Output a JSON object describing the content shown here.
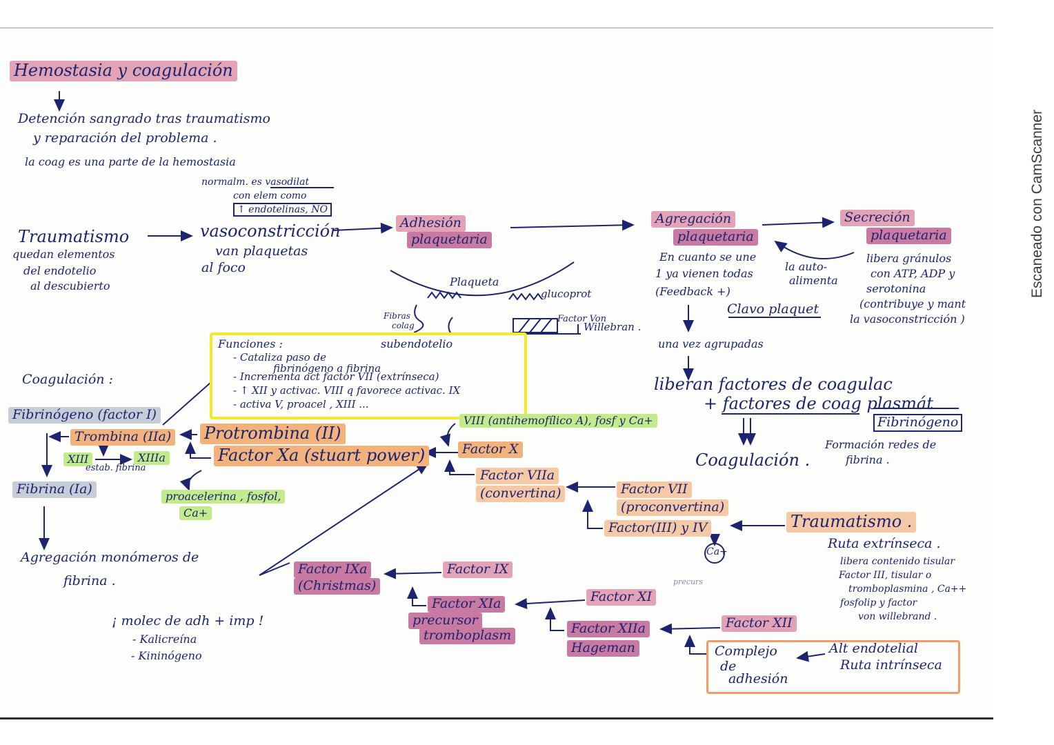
{
  "title": "Hemostasia y coagulación",
  "intro": {
    "line1": "Detención sangrado tras traumatismo",
    "line2": "y reparación del problema .",
    "line3": "la coag es una parte de la hemostasia"
  },
  "trauma": {
    "title": "Traumatismo",
    "desc1": "quedan elementos",
    "desc2": "del endotelio",
    "desc3": "al descubierto"
  },
  "vaso": {
    "note1": "normalm. es vasodilat",
    "note2": "con elem como",
    "note3": "↑ endotelinas, NO",
    "title": "vasoconstricción",
    "desc1": "van plaquetas",
    "desc2": "al foco"
  },
  "adhesion": {
    "line1": "Adhesión",
    "line2": "plaquetaria"
  },
  "platelet": {
    "plaqueta": "Plaqueta",
    "glucoprot": "glucoprot",
    "fibras1": "Fibras",
    "fibras2": "colag",
    "factor1": "Factor Von",
    "factor2": "Willebran .",
    "subendotelio": "subendotelio"
  },
  "aggregation": {
    "line1": "Agregación",
    "line2": "plaquetaria",
    "desc1": "En cuanto se une",
    "desc2": "1 ya vienen todas",
    "desc3": "(Feedback +)",
    "autolabel1": "la auto-",
    "autolabel2": "alimenta",
    "clavo": "Clavo plaquet",
    "una_vez": "una vez agrupadas"
  },
  "secretion": {
    "line1": "Secreción",
    "line2": "plaquetaria",
    "desc1": "libera gránulos",
    "desc2": "con ATP, ADP y",
    "desc3": "serotonina",
    "desc4": "(contribuye y mant",
    "desc5": "la vasoconstricción )"
  },
  "liberan": {
    "line1": "liberan factores de coagulac",
    "line2": "+ factores de coag plasmát",
    "fibrinogeno": "Fibrinógeno",
    "coagulacion": "Coagulación .",
    "formacion1": "Formación redes de",
    "formacion2": "fibrina ."
  },
  "funciones": {
    "title": "Funciones :",
    "l1": "- Cataliza paso de",
    "l2": "fibrinógeno a fibrina",
    "l3": "- Incrementa act factor VII (extrínseca)",
    "l4": "- ↑ XII y activac. VIII q favorece activac. IX",
    "l5": "- activa V, proacel , XIII ..."
  },
  "cascade": {
    "coagulacion": "Coagulación :",
    "fibrinogeno": "Fibrinógeno (factor I)",
    "trombina": "Trombina (IIa)",
    "protrombina": "Protrombina (II)",
    "xiii": "XIII",
    "xiiia": "XIIIa",
    "estab": "estab. fibrina",
    "fibrina": "Fibrina (Ia)",
    "factor_xa": "Factor Xa (stuart power)",
    "proacelerina1": "proacelerina , fosfol,",
    "proacelerina2": "Ca+",
    "agregacion1": "Agregación monómeros de",
    "agregacion2": "fibrina .",
    "viii": "VIII (antihemofílico A), fosf y Ca+",
    "factor_x": "Factor X",
    "factor_viia1": "Factor VIIa",
    "factor_viia2": "(convertina)",
    "factor_vii1": "Factor VII",
    "factor_vii2": "(proconvertina)",
    "factor_iii": "Factor(III) y IV",
    "ca": "Ca+",
    "trauma2": "Traumatismo .",
    "ruta_ext": "Ruta extrínseca .",
    "ext1": "libera contenido tisular",
    "ext2": "Factor III, tisular o",
    "ext3": "tromboplasmina , Ca++",
    "ext4": "fosfolip y factor",
    "ext5": "von willebrand .",
    "ixa1": "Factor IXa",
    "ixa2": "(Christmas)",
    "factor_ix": "Factor IX",
    "xia1": "Factor XIa",
    "xia2": "precursor",
    "xia3": "tromboplasm",
    "factor_xi": "Factor XI",
    "precursor_small": "precurs",
    "xiia1": "Factor XIIa",
    "xiia2": "Hageman",
    "factor_xii": "Factor XII",
    "complejo1": "Complejo",
    "complejo2": "de",
    "complejo3": "adhesión",
    "alt1": "Alt endotelial",
    "alt2": "Ruta intrínseca",
    "molec": "¡ molec de adh + imp !",
    "kalicreina": "- Kalicreína",
    "kininogeno": "- Kininógeno"
  },
  "watermark": "Escaneado con CamScanner",
  "colors": {
    "ink": "#1c2470",
    "pink": "#e3a3b6",
    "magenta": "#c97aa2",
    "orange": "#f2b27c",
    "green": "#c3ea8d",
    "yellow": "#f3ea2c"
  }
}
